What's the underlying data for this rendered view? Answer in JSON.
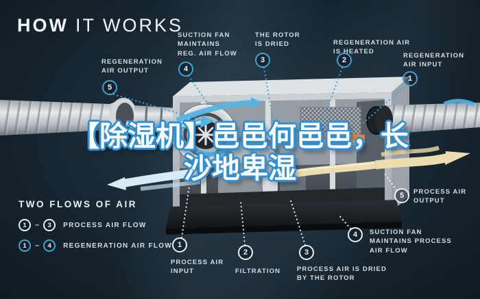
{
  "title": {
    "strong": "HOW",
    "light": "IT WORKS"
  },
  "overlay": {
    "line1": "【除湿机】邑邑何邑邑，长",
    "line2": "沙地卑湿"
  },
  "legend": {
    "title": "TWO FLOWS OF AIR",
    "rows": [
      {
        "from": "1",
        "to": "3",
        "label": "PROCESS AIR FLOW",
        "flow": "process"
      },
      {
        "from": "1",
        "to": "4",
        "label": "REGENERATION AIR FLOW",
        "flow": "regeneration"
      }
    ]
  },
  "callouts": [
    {
      "num": "5",
      "label": "REGENERATION\nAIR OUTPUT",
      "flow": "regeneration"
    },
    {
      "num": "4",
      "label": "SUCTION FAN\nMAINTAINS\nREG. AIR FLOW",
      "flow": "regeneration"
    },
    {
      "num": "3",
      "label": "THE ROTOR\nIS DRIED",
      "flow": "regeneration"
    },
    {
      "num": "2",
      "label": "REGENERATION AIR\nIS HEATED",
      "flow": "regeneration"
    },
    {
      "num": "1",
      "label": "REGENERATION\nAIR INPUT",
      "flow": "regeneration"
    },
    {
      "num": "1",
      "label": "PROCESS AIR\nINPUT",
      "flow": "process"
    },
    {
      "num": "2",
      "label": "FILTRATION",
      "flow": "process"
    },
    {
      "num": "3",
      "label": "PROCESS AIR IS DRIED\nBY THE ROTOR",
      "flow": "process"
    },
    {
      "num": "4",
      "label": "SUCTION FAN\nMAINTAINS PROCESS\nAIR FLOW",
      "flow": "process"
    },
    {
      "num": "5",
      "label": "PROCESS AIR\nOUTPUT",
      "flow": "process"
    }
  ],
  "colors": {
    "background": "#16242f",
    "accent_blue": "#3ea4d4",
    "badge_white": "#eaf0f4",
    "overlay_text": "#ffffff",
    "overlay_outline": "#2f8fd2",
    "heater_orange": "#e08438",
    "cream_flow": "#eddcb0"
  }
}
